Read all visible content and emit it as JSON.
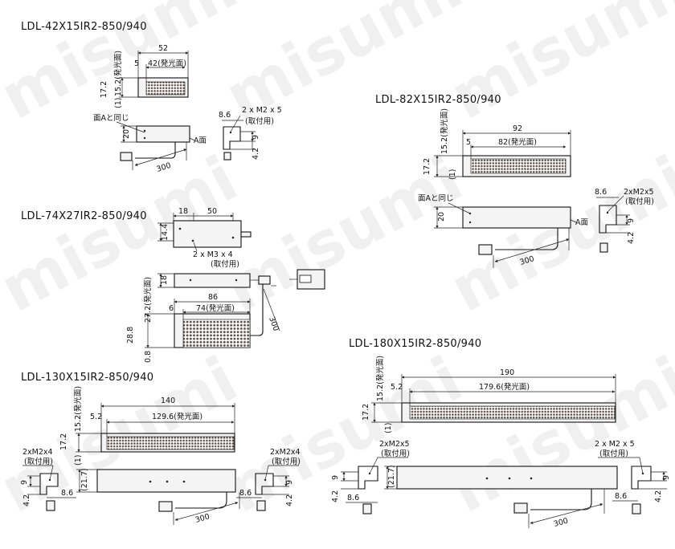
{
  "titles": {
    "m42": "LDL-42X15IR2-850/940",
    "m82": "LDL-82X15IR2-850/940",
    "m74": "LDL-74X27IR2-850/940",
    "m130": "LDL-130X15IR2-850/940",
    "m180": "LDL-180X15IR2-850/940"
  },
  "watermark": "misumi",
  "m42": {
    "overall": "52",
    "offset": "5",
    "emit": "42(発光面)",
    "h_emit": "15.2(発光面)",
    "h": "17.2",
    "base": "(1)",
    "same_face": "面Aと同じ",
    "depth": "20",
    "face_a": "A面",
    "cable": "300",
    "screw": "2 x M2 x 5",
    "mount": "(取付用)",
    "side_w": "8.6",
    "side_h": "9",
    "side_b": "4.2"
  },
  "m82": {
    "overall": "92",
    "offset": "5",
    "emit": "82(発光面)",
    "h_emit": "15.2(発光面)",
    "h": "17.2",
    "base": "(1)",
    "same_face": "面Aと同じ",
    "depth": "20",
    "face_a": "A面",
    "cable": "300",
    "screw": "2xM2x5",
    "mount": "(取付用)",
    "side_w": "8.6",
    "side_h": "9",
    "side_b": "4.2"
  },
  "m74": {
    "top_a": "18",
    "top_b": "50",
    "top_h": "14.4",
    "screw": "2 x M3 x 4",
    "mount": "(取付用)",
    "depth": "18",
    "overall": "86",
    "offset": "6",
    "emit": "74(発光面)",
    "h_emit": "27.2(発光面)",
    "h": "28.8",
    "base": "0.8",
    "cable": "300"
  },
  "m130": {
    "overall": "140",
    "offset": "5.2",
    "emit": "129.6(発光面)",
    "h_emit": "15.2(発光面)",
    "h": "17.2",
    "base": "(1)",
    "screw": "2xM2x4",
    "mount": "(取付用)",
    "depth": "(21.7)",
    "side_h": "9",
    "side_b": "4.2",
    "side_w": "8.6",
    "cable": "300"
  },
  "m180": {
    "overall": "190",
    "offset": "5.2",
    "emit": "179.6(発光面)",
    "h_emit": "15.2(発光面)",
    "h": "17.2",
    "base": "(1)",
    "screw_l": "2xM2x5",
    "screw_r": "2 x M2 x 5",
    "mount": "(取付用)",
    "depth": "(21.7)",
    "side_h": "9",
    "side_b": "4.2",
    "side_w": "8.6",
    "cable": "300"
  }
}
